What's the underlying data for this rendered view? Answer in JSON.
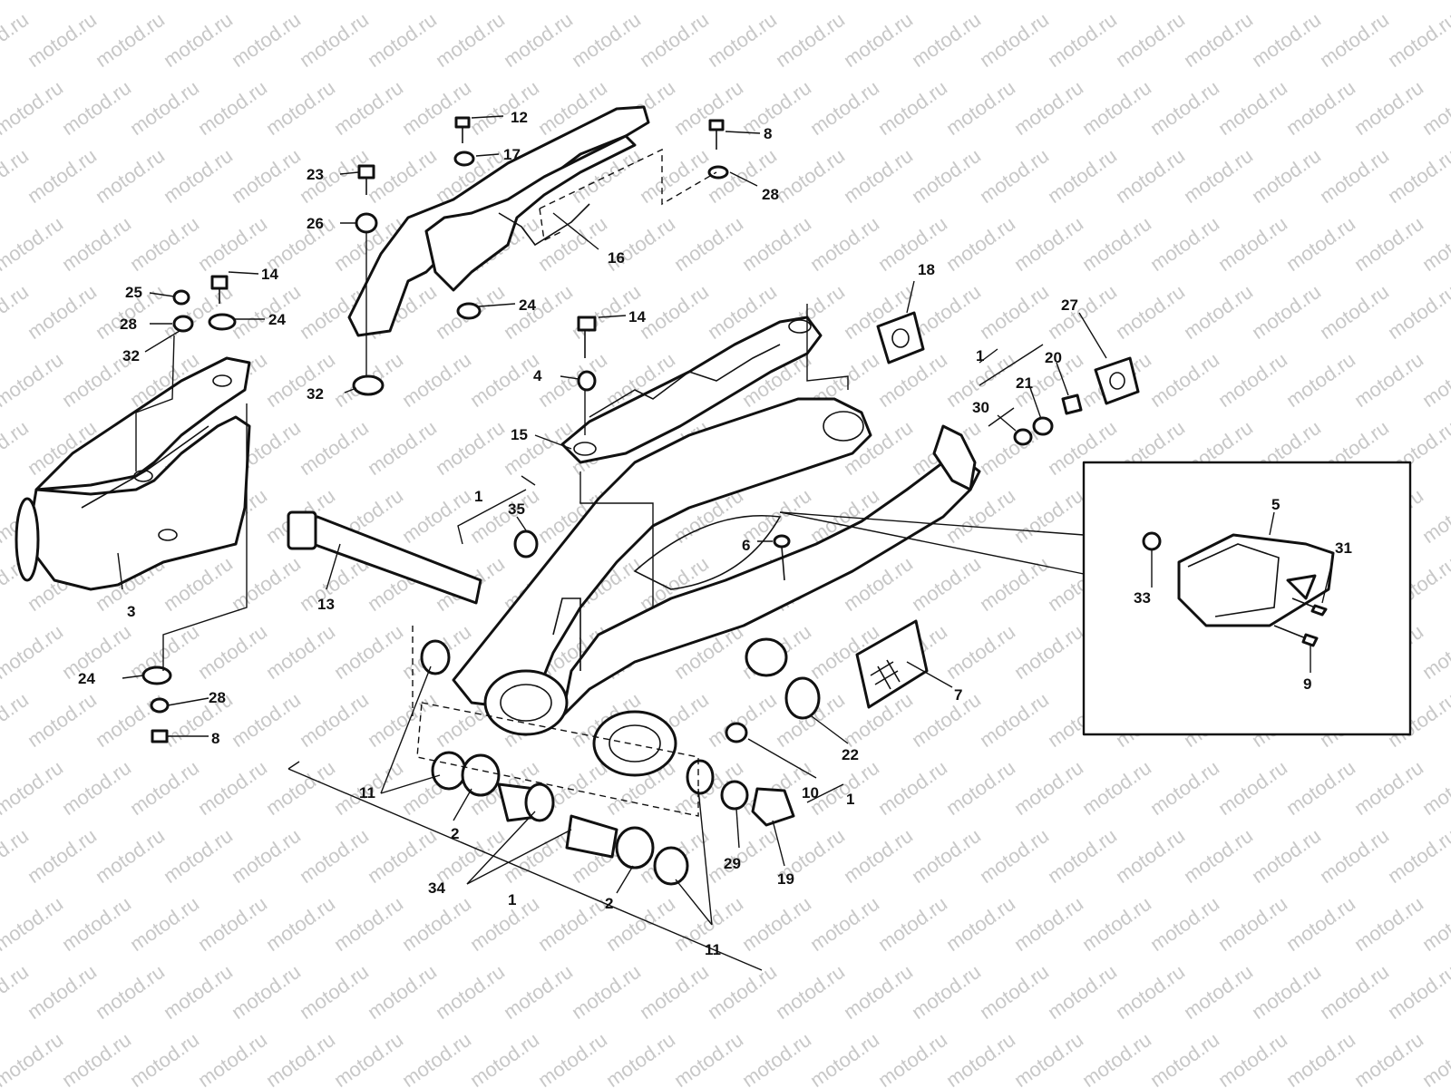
{
  "watermark": "motod.ru",
  "callouts": [
    "1",
    "2",
    "3",
    "4",
    "5",
    "6",
    "7",
    "8",
    "9",
    "10",
    "11",
    "12",
    "13",
    "14",
    "15",
    "16",
    "17",
    "18",
    "19",
    "20",
    "21",
    "22",
    "23",
    "24",
    "25",
    "26",
    "27",
    "28",
    "29",
    "30",
    "31",
    "32",
    "33",
    "34",
    "35"
  ],
  "colors": {
    "line": "#111111",
    "watermark": "#c8c8c8",
    "background": "#ffffff"
  }
}
